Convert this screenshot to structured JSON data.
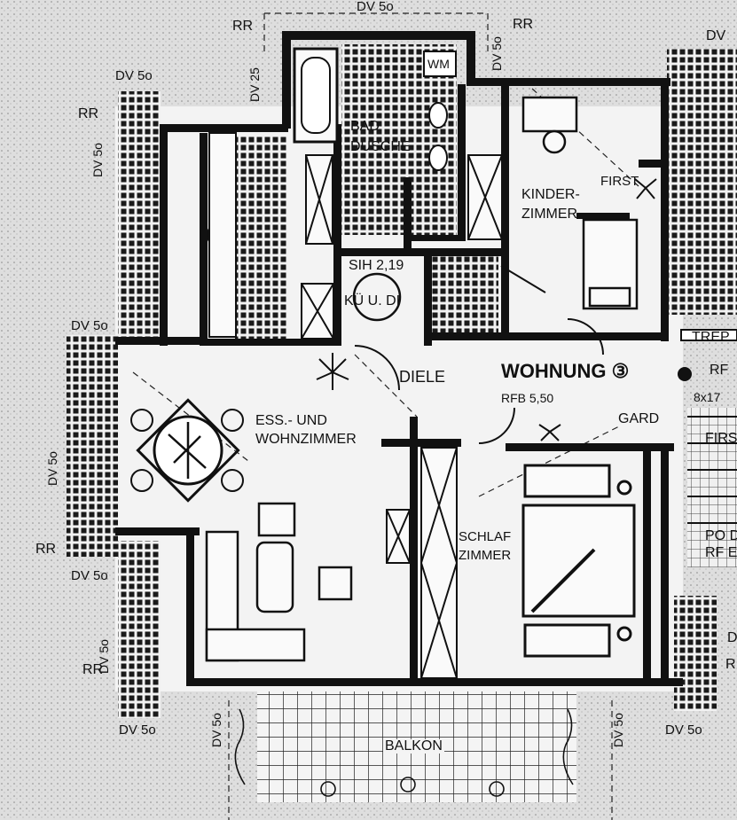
{
  "rooms": {
    "bad": "BAD",
    "dusche": "DUSCHE",
    "kinderzimmer_1": "KINDER-",
    "kinderzimmer_2": "ZIMMER",
    "first": "FIRST",
    "sih": "SIH 2,19",
    "ku": "KÜ U. DI",
    "diele": "DIELE",
    "wohnung": "WOHNUNG ③",
    "rfb": "RFB 5,50",
    "gard": "GARD",
    "ess_1": "ESS.- UND",
    "ess_2": "WOHNZIMMER",
    "schlaf_1": "SCHLAF",
    "schlaf_2": "ZIMMER",
    "balkon": "BALKON",
    "trep": "TREP",
    "rf": "RF",
    "dim_8x17": "8x17",
    "first_2": "FIRS",
    "pod": "PO D",
    "rfe": "RF E"
  },
  "annotations": {
    "dv_50": "DV 5o",
    "dv_25": "DV 25",
    "dv": "DV",
    "rr": "RR",
    "d": "D",
    "r": "R",
    "wm": "WM"
  }
}
